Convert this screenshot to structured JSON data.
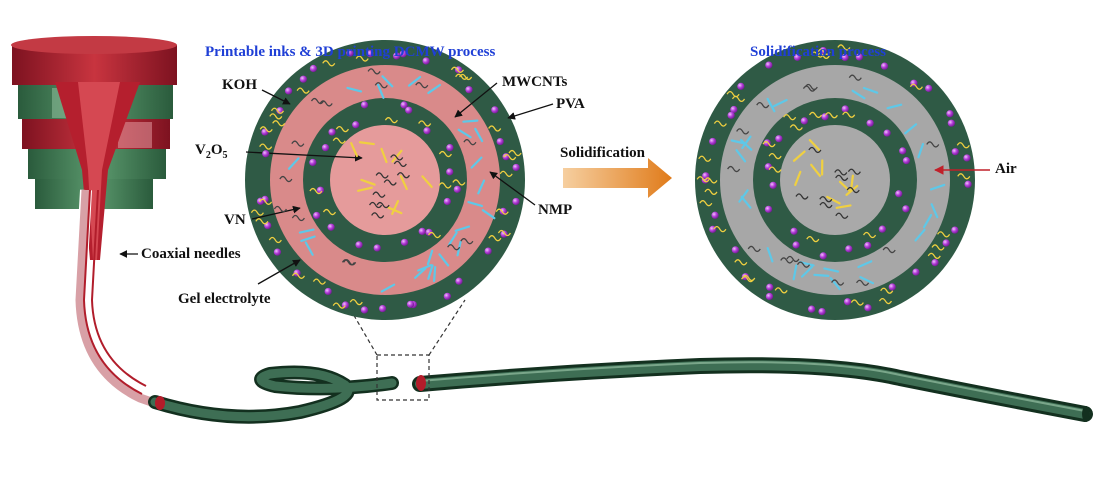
{
  "titles": {
    "left": "Printable inks & 3D printing DCMW process",
    "right": "Solidification process"
  },
  "labels": {
    "koh": "KOH",
    "mwcnts": "MWCNTs",
    "pva": "PVA",
    "v2o5_v": "V",
    "v2o5_2": "2",
    "v2o5_o": "O",
    "v2o5_5": "5",
    "nmp": "NMP",
    "vn": "VN",
    "coaxial": "Coaxial needles",
    "gel": "Gel electrolyte",
    "solidification": "Solidification",
    "air": "Air"
  },
  "colors": {
    "title_blue": "#1f3fd6",
    "outer_green": "#2f5a45",
    "ring_pink": "#d98a8a",
    "core_pink": "#e59b9b",
    "ring_grey": "#a7a7a7",
    "particle_purple": "#b23cd8",
    "fiber_cyan": "#5ec8e8",
    "fiber_yellow": "#f0d040",
    "arrow_orange": "#e07b1a",
    "needle_red": "#a5202e",
    "needle_green": "#3d7a52"
  }
}
